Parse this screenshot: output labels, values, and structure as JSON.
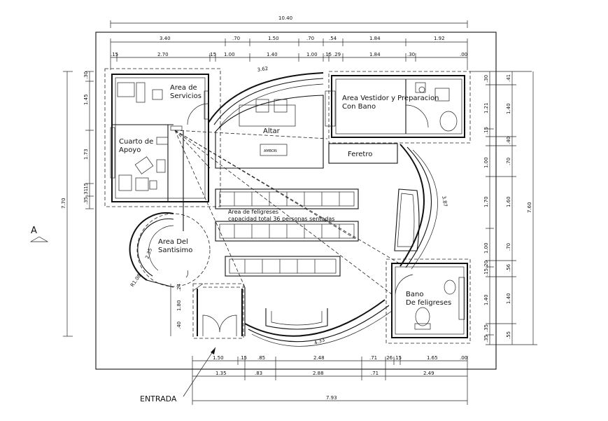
{
  "rooms": {
    "servicios_1": "Area de",
    "servicios_2": "Servicios",
    "apoyo_1": "Cuarto de",
    "apoyo_2": "Apoyo",
    "altar": "Altar",
    "ambon": "AMBON",
    "vestidor_1": "Area Vestidor y Preparacion",
    "vestidor_2": "Con Bano",
    "feretro": "Feretro",
    "feligreses_area_1": "Area de feligreses",
    "feligreses_area_2": "capacidad total 36 personas sentadas",
    "santisimo_1": "Area Del",
    "santisimo_2": "Santisimo",
    "bano_1": "Bano",
    "bano_2": "De feligreses",
    "entrada": "ENTRADA",
    "section_mark": "A"
  },
  "dimensions": {
    "top_total": "10.40",
    "top_row1": [
      "3.40",
      ".70",
      "1.50",
      ".70",
      ".54",
      "1.84",
      "1.92"
    ],
    "top_row2": [
      ".15",
      "2.70",
      ".15",
      "1.00",
      "1.40",
      "1.00",
      ".15",
      ".29",
      "1.84",
      ".30",
      ".00"
    ],
    "left_total": "7.70",
    "left_parts": [
      ".30",
      "1.45",
      "1.73",
      ".15",
      ".35",
      ".31"
    ],
    "right_total": "7.60",
    "right_col1": [
      ".30",
      "1.21",
      ".15",
      "1.00",
      "1.70",
      "1.00",
      ".20",
      ".15",
      "1.40",
      ".35",
      ".35"
    ],
    "right_col2": [
      ".41",
      "1.40",
      ".40",
      ".70",
      "1.60",
      ".70",
      ".56",
      "1.40",
      ".55"
    ],
    "bottom_row1": [
      "1.50",
      ".15",
      ".85",
      "2.48",
      ".71",
      ".26",
      ".15",
      "1.65",
      ".00"
    ],
    "bottom_row2": [
      "1.35",
      ".83",
      "2.88",
      ".71",
      "2.49"
    ],
    "bottom_total": "7.93",
    "radii": [
      "3.62",
      "3.87",
      "4.33",
      "2.35",
      "R1.08"
    ],
    "door_left": [
      ".24",
      "1.80",
      ".40"
    ]
  }
}
